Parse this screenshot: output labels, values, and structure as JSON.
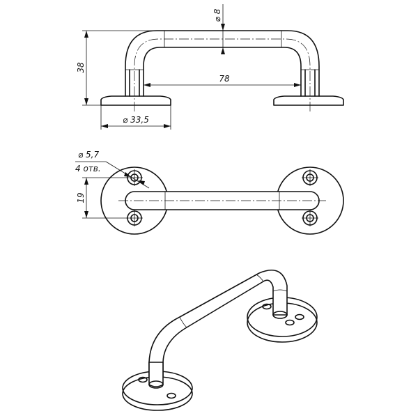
{
  "drawing": {
    "dim_height": "38",
    "dim_diameter_rod": "⌀ 8",
    "dim_span": "78",
    "dim_base_diameter": "⌀ 33,5",
    "dim_hole_diameter": "⌀ 5,7",
    "dim_hole_count": "4 отв.",
    "dim_hole_spacing": "19"
  }
}
